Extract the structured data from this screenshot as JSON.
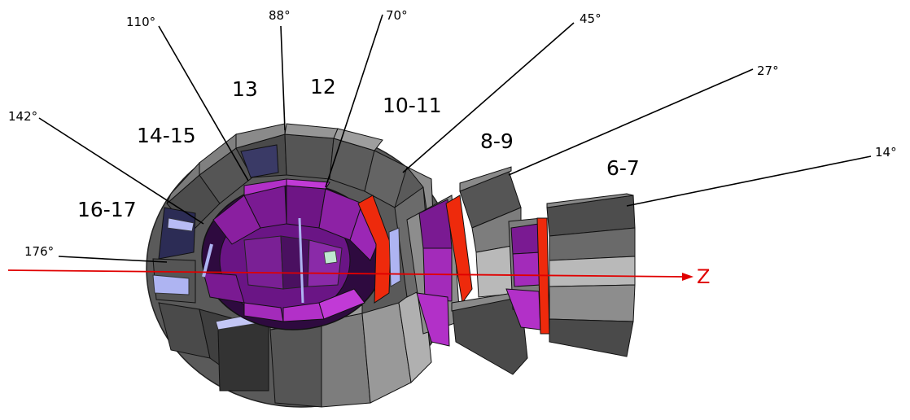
{
  "angles": [
    {
      "id": "a110",
      "text": "110°"
    },
    {
      "id": "a88",
      "text": "88°"
    },
    {
      "id": "a70",
      "text": "70°"
    },
    {
      "id": "a45",
      "text": "45°"
    },
    {
      "id": "a27",
      "text": "27°"
    },
    {
      "id": "a142",
      "text": "142°"
    },
    {
      "id": "a14",
      "text": "14°"
    },
    {
      "id": "a176",
      "text": "176°"
    }
  ],
  "rings": [
    {
      "id": "r13",
      "text": "13"
    },
    {
      "id": "r12",
      "text": "12"
    },
    {
      "id": "r1011",
      "text": "10-11"
    },
    {
      "id": "r1415",
      "text": "14-15"
    },
    {
      "id": "r89",
      "text": "8-9"
    },
    {
      "id": "r67",
      "text": "6-7"
    },
    {
      "id": "r1617",
      "text": "16-17"
    }
  ],
  "axis": {
    "label": "Z",
    "color": "#e00000"
  },
  "colors": {
    "dark_gray": "#4a4a4a",
    "mid_gray": "#7d7d7d",
    "light_gray": "#b9b9b9",
    "purple": "#8a1fa0",
    "magenta": "#b230c8",
    "dark_purple": "#3c0f52",
    "red": "#ee2a0c",
    "lavender": "#aeb4f2",
    "navy": "#2a2a55"
  }
}
